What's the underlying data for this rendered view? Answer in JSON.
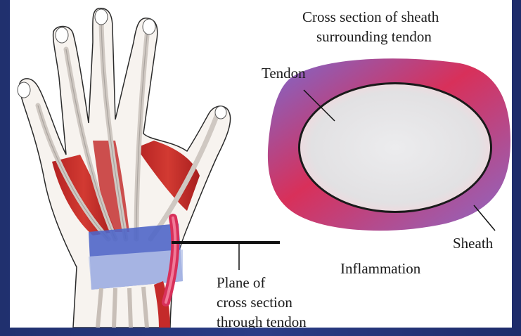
{
  "diagram": {
    "title_line1": "Cross section of sheath",
    "title_line2": "surrounding tendon",
    "label_tendon": "Tendon",
    "label_sheath": "Sheath",
    "label_inflammation": "Inflammation",
    "label_plane_line1": "Plane of",
    "label_plane_line2": "cross section",
    "label_plane_line3": "through tendon"
  },
  "colors": {
    "muscle": "#c42a2a",
    "tendon": "#d9d4cf",
    "retinaculum": "#4f66c8",
    "sheath_outer": "#7a62c4",
    "inflamed": "#d8305a",
    "tendon_core": "#e4e4e6"
  }
}
